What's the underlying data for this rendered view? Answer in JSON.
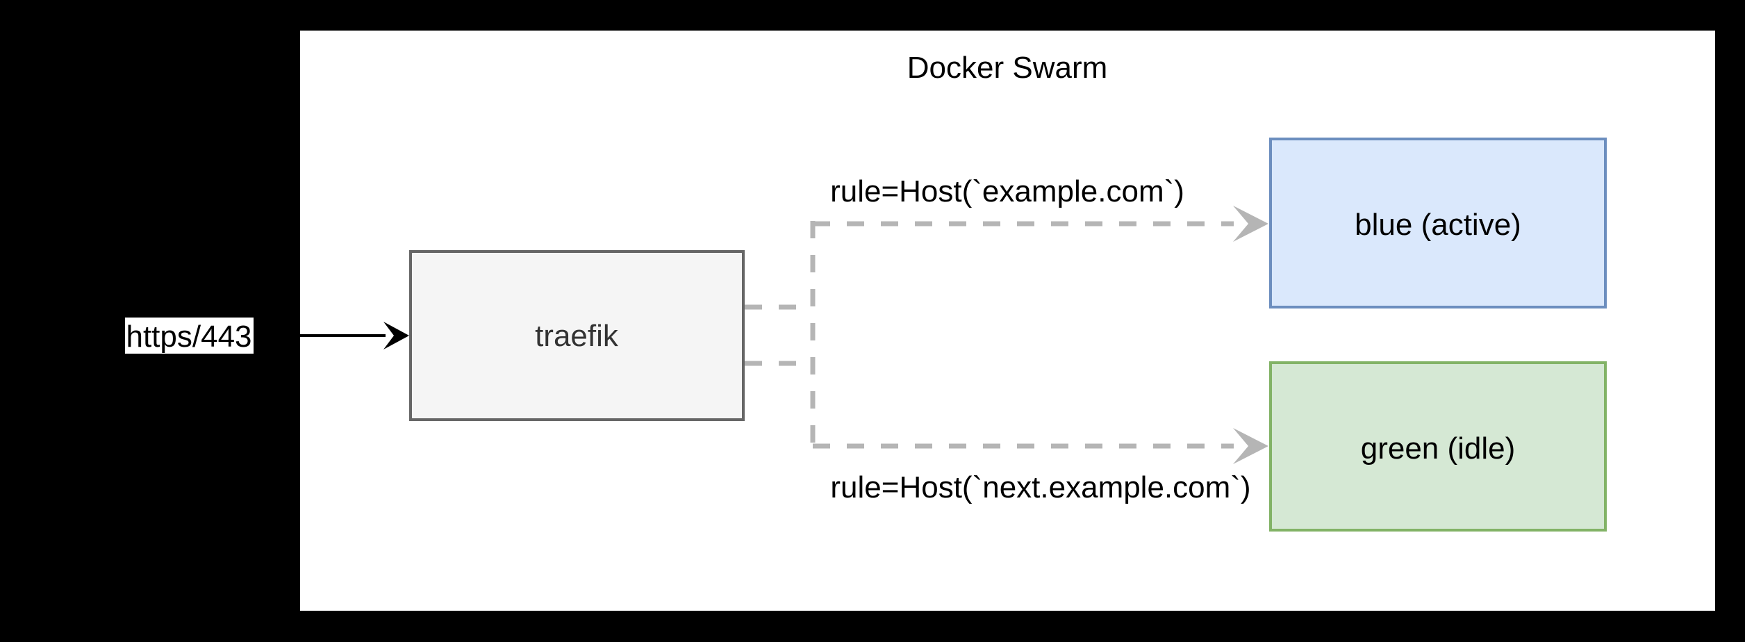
{
  "diagram": {
    "title": "Docker Swarm",
    "colors": {
      "page_background": "#000000",
      "canvas": "#ffffff",
      "title_text": "#000000",
      "edge_dashed": "#b5b5b5",
      "edge_solid": "#000000",
      "edge_label_text": "#000000"
    },
    "ingress_label": {
      "text": "https/443",
      "background": "#ffffff",
      "text_color": "#000000"
    },
    "nodes": [
      {
        "id": "traefik",
        "label": "traefik",
        "fill": "#f5f5f5",
        "stroke": "#666666",
        "text_color": "#333333"
      },
      {
        "id": "blue",
        "label": "blue (active)",
        "fill": "#dae8fc",
        "stroke": "#6c8ebf",
        "text_color": "#000000"
      },
      {
        "id": "green",
        "label": "green (idle)",
        "fill": "#d5e8d4",
        "stroke": "#82b366",
        "text_color": "#000000"
      }
    ],
    "edges": [
      {
        "from": "https/443",
        "to": "traefik",
        "style": "solid",
        "color": "#000000",
        "label": ""
      },
      {
        "from": "traefik",
        "to": "blue (active)",
        "style": "dashed",
        "color": "#b5b5b5",
        "label": "rule=Host(`example.com`)"
      },
      {
        "from": "traefik",
        "to": "green (idle)",
        "style": "dashed",
        "color": "#b5b5b5",
        "label": "rule=Host(`next.example.com`)"
      }
    ]
  }
}
